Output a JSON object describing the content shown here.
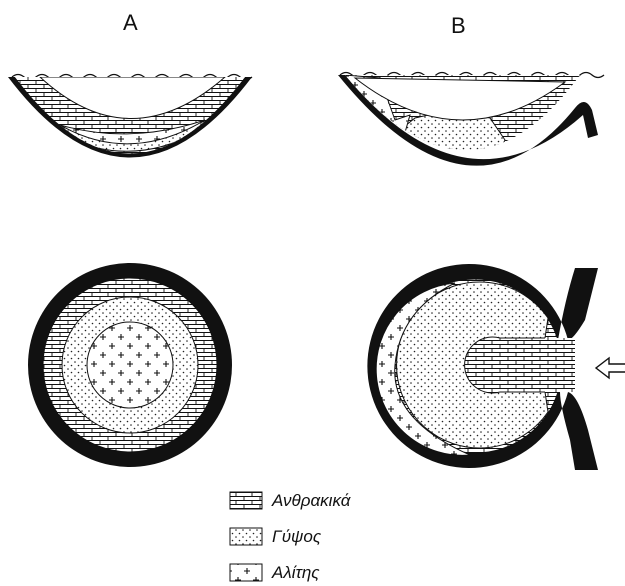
{
  "panels": {
    "a_label": "A",
    "b_label": "B"
  },
  "legend": {
    "items": [
      {
        "label": "Ανθρακικά",
        "pattern": "brick"
      },
      {
        "label": "Γύψος",
        "pattern": "dots"
      },
      {
        "label": "Αλίτης",
        "pattern": "crosses"
      }
    ]
  },
  "colors": {
    "ink": "#111111",
    "background": "#ffffff"
  },
  "icons": {
    "inflow": "inflow-arrow-icon"
  }
}
